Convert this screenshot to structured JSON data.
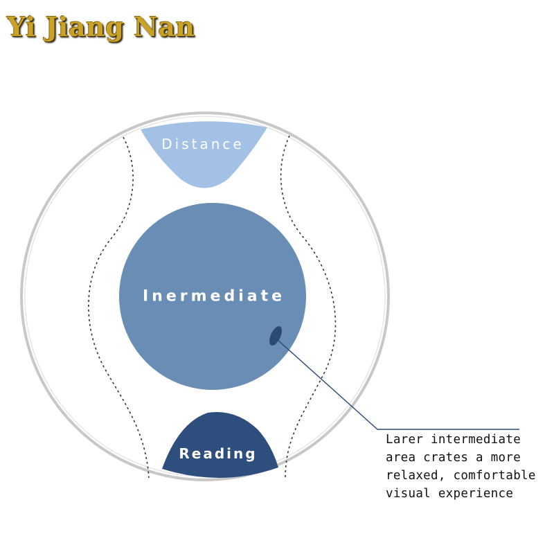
{
  "brand": {
    "name": "Yi Jiang Nan"
  },
  "lens": {
    "zones": {
      "distance": "Distance",
      "intermediate": "Inermediate",
      "reading": "Reading"
    },
    "callout": {
      "lines": [
        "Larer intermediate",
        "area crates a more",
        "relaxed, comfortable",
        "visual experience"
      ]
    }
  },
  "colors": {
    "distance": "#a3c1e4",
    "intermediate": "#6a8db6",
    "reading": "#2e4f7d",
    "marker": "#2a4a72",
    "brand": "#c9a227"
  }
}
